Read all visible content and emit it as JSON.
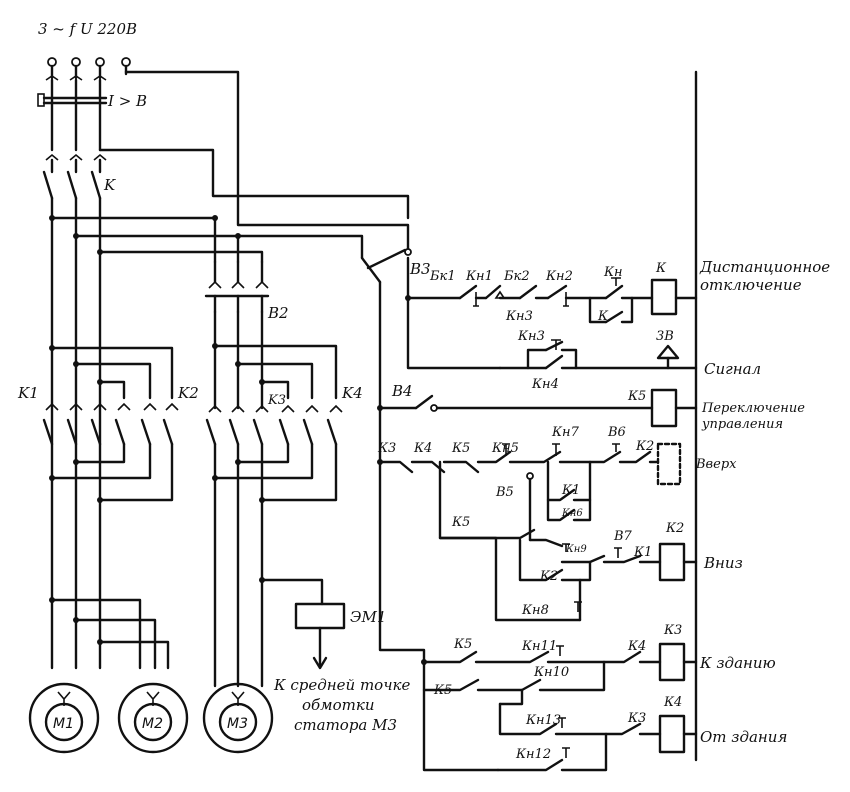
{
  "supply_label": "3 ~ f  U  220B",
  "breaker_label": "I > B",
  "contactor_main": "K",
  "switch_b2": "B2",
  "switch_b3": "B3",
  "switch_b4": "B4",
  "k1": "K1",
  "k2": "K2",
  "k3": "K3",
  "k4": "K4",
  "em1": "ЭМ1",
  "em1_note": [
    "К средней точке",
    "обмотки",
    "статора  М3"
  ],
  "motors": [
    "M1",
    "M2",
    "M3"
  ],
  "control": {
    "row1": [
      "Бк1",
      "Кн1",
      "Бк2",
      "Кн2",
      "Кн",
      "К",
      "Кн3"
    ],
    "row2": [
      "Кн3",
      "Кн4",
      "3В"
    ],
    "row3": [
      "К5"
    ],
    "row4": [
      "К3",
      "К4",
      "К5",
      "Кн5",
      "Кн7",
      "В6",
      "К2",
      "В5",
      "К1",
      "Кн6"
    ],
    "row5": [
      "К5",
      "Кн9",
      "В7",
      "К1",
      "К2",
      "К2",
      "Кн8"
    ],
    "row6": [
      "К5",
      "Кн11",
      "К4",
      "К3",
      "К5",
      "Кн10"
    ],
    "row7": [
      "Кн13",
      "К3",
      "К4",
      "Кн12"
    ]
  },
  "right_labels": {
    "remote_off": [
      "Дистанционное",
      "отключение"
    ],
    "signal": "Сигнал",
    "switching": [
      "Переключение",
      "управления"
    ],
    "up": "Вверх",
    "down": "Вниз",
    "to_building": "К зданию",
    "from_building": "От здания"
  }
}
